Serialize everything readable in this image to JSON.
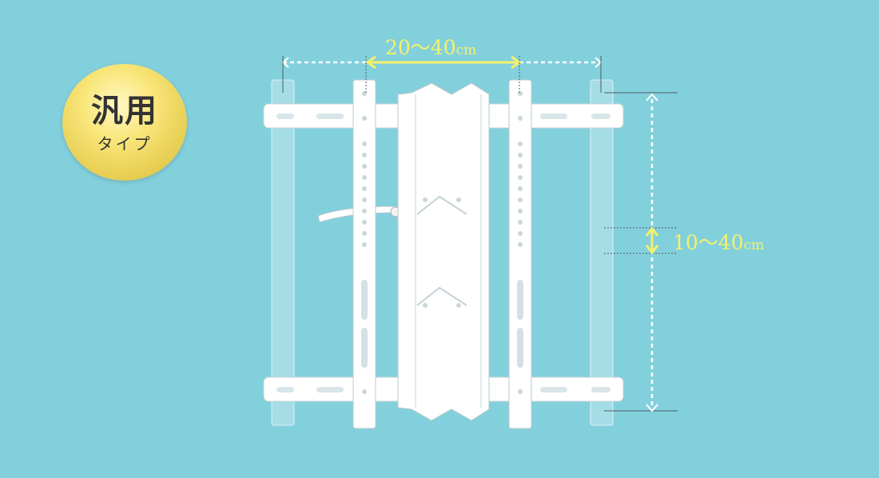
{
  "badge": {
    "line1": "汎用",
    "line2": "タイプ"
  },
  "width_range": {
    "value": "20〜40",
    "unit": "cm"
  },
  "height_range": {
    "value": "10〜40",
    "unit": "cm"
  },
  "colors": {
    "background": "#83d0dd",
    "accent": "#f4f16a",
    "bracket": "#ffffff"
  }
}
